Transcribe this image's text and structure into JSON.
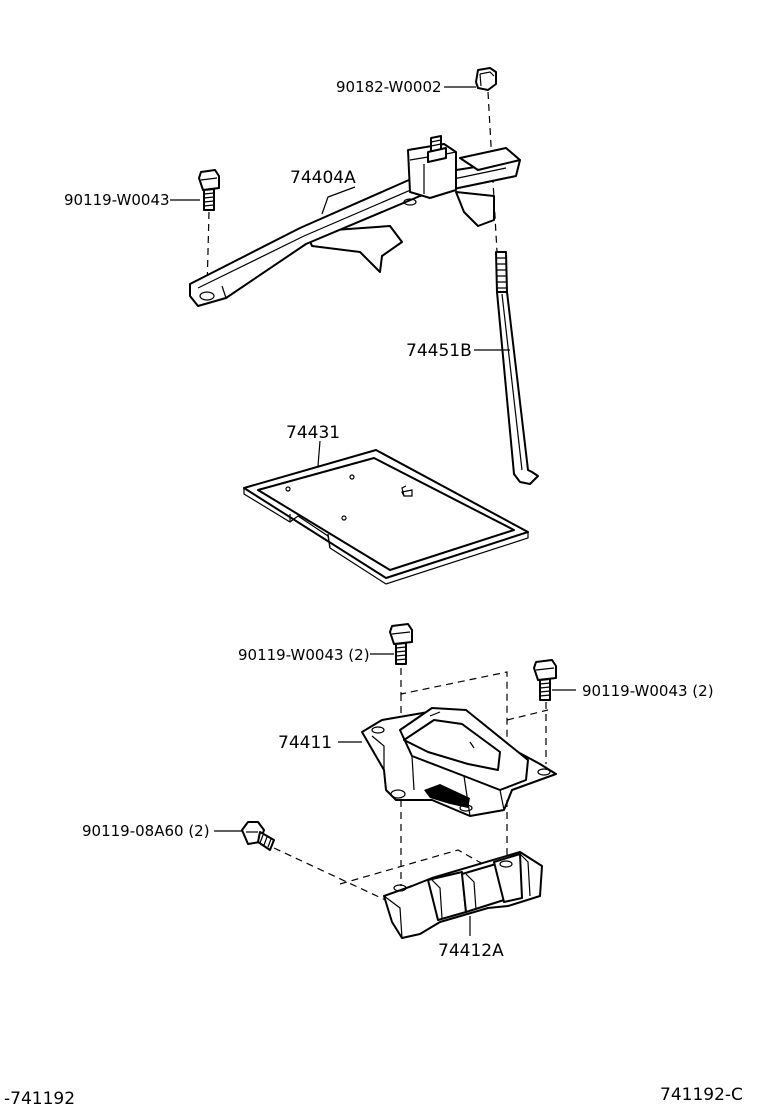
{
  "labels": {
    "nut_top": "90182-W0002",
    "bolt_left": "90119-W0043",
    "hold_down_clamp": "74404A",
    "hold_down_bolt": "74451B",
    "battery_tray": "74431",
    "bolt_carrier_left": "90119-W0043 (2)",
    "bolt_carrier_right": "90119-W0043 (2)",
    "battery_carrier": "74411",
    "bolt_support": "90119-08A60 (2)",
    "carrier_support": "74412A"
  },
  "footer": {
    "left_code": "-741192",
    "right_code": "741192-C"
  }
}
